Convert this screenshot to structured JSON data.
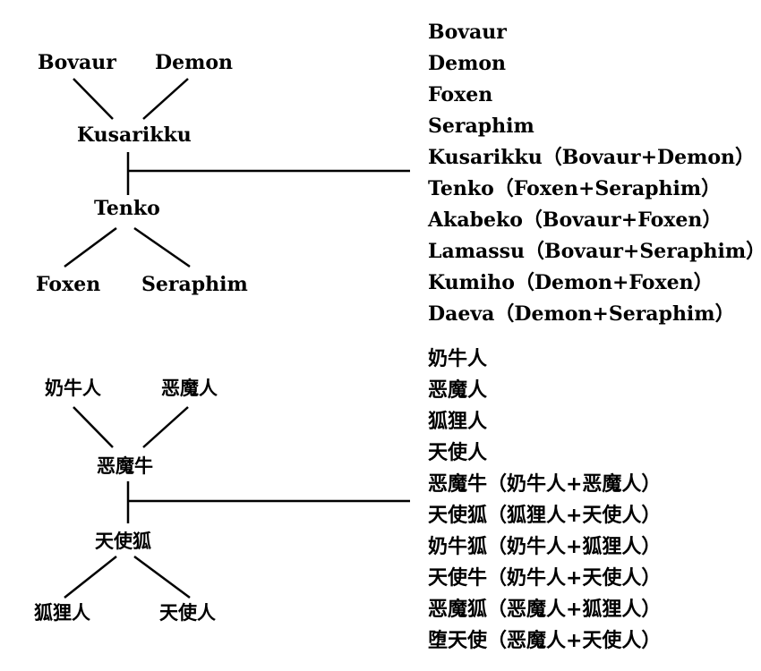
{
  "english": {
    "tree": {
      "bovaur": "Bovaur",
      "demon": "Demon",
      "kusarikku": "Kusarikku",
      "tenko": "Tenko",
      "foxen": "Foxen",
      "seraphim": "Seraphim"
    },
    "list": [
      "Bovaur",
      "Demon",
      "Foxen",
      "Seraphim",
      "Kusarikku（Bovaur+Demon）",
      "Tenko（Foxen+Seraphim）",
      "Akabeko（Bovaur+Foxen）",
      "Lamassu（Bovaur+Seraphim）",
      "Kumiho（Demon+Foxen）",
      "Daeva（Demon+Seraphim）"
    ]
  },
  "chinese": {
    "tree": {
      "bovaur": "奶牛人",
      "demon": "恶魔人",
      "kusarikku": "恶魔牛",
      "tenko": "天使狐",
      "foxen": "狐狸人",
      "seraphim": "天使人"
    },
    "list": [
      "奶牛人",
      "恶魔人",
      "狐狸人",
      "天使人",
      "恶魔牛（奶牛人+恶魔人）",
      "天使狐（狐狸人+天使人）",
      "奶牛狐（奶牛人+狐狸人）",
      "天使牛（奶牛人+天使人）",
      "恶魔狐（恶魔人+狐狸人）",
      "堕天使（恶魔人+天使人）"
    ]
  }
}
